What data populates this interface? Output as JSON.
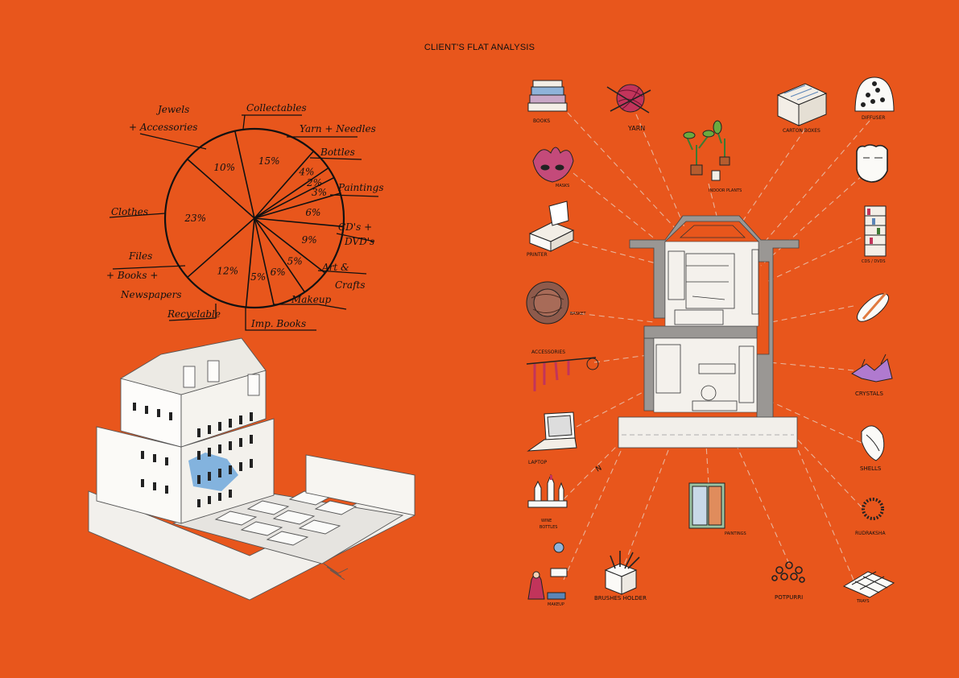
{
  "page": {
    "title": "CLIENT'S FLAT ANALYSIS"
  },
  "chart_data": {
    "type": "pie",
    "title": "",
    "slices": [
      {
        "label": "Collectables",
        "value": 15,
        "value_label": "15%"
      },
      {
        "label": "Yarn + Needles",
        "value": 4,
        "value_label": "4%"
      },
      {
        "label": "Bottles",
        "value": 2,
        "value_label": "2%"
      },
      {
        "label": "Paintings",
        "value": 3,
        "value_label": "3%"
      },
      {
        "label": "CD's + DVD's",
        "value": 6,
        "value_label": "6%"
      },
      {
        "label": "Art & Crafts",
        "value": 9,
        "value_label": "9%"
      },
      {
        "label": "Makeup",
        "value": 5,
        "value_label": "5%"
      },
      {
        "label": "Imp. Books",
        "value": 6,
        "value_label": "6%"
      },
      {
        "label": "Recyclable",
        "value": 5,
        "value_label": "5%"
      },
      {
        "label": "Files + Books + Newspapers",
        "value": 12,
        "value_label": "12%"
      },
      {
        "label": "Clothes",
        "value": 23,
        "value_label": "23%"
      },
      {
        "label": "Jewels + Accessories",
        "value": 10,
        "value_label": "10%"
      }
    ],
    "callouts": {
      "collectables": "Collectables",
      "yarn": "Yarn + Needles",
      "bottles": "Bottles",
      "paintings": "Paintings",
      "cds_line1": "CD's +",
      "cds_line2": "DVD's",
      "art_line1": "Art &",
      "art_line2": "Crafts",
      "makeup": "Makeup",
      "imp_books": "Imp. Books",
      "recyclable": "Recyclable",
      "files_line1": "Files",
      "files_line2": "+ Books +",
      "files_line3": "Newspapers",
      "clothes": "Clothes",
      "jewels_line1": "Jewels",
      "jewels_line2": "+ Accessories"
    }
  },
  "items": {
    "books": "BOOKS",
    "yarn": "YARN",
    "indoor_plants": "INDOOR PLANTS",
    "carton_boxes": "CARTON BOXES",
    "diffuser": "DIFFUSER",
    "masks": "MASKS",
    "printer": "PRINTER",
    "cds_dvds": "CDS / DVDS",
    "basket": "BASKET",
    "accessories": "ACCESSORIES",
    "crystals": "CRYSTALS",
    "laptop": "LAPTOP",
    "shells": "SHELLS",
    "wine_bottles_line1": "WINE",
    "wine_bottles_line2": "BOTTLES",
    "rudraksha": "RUDRAKSHA",
    "paintings": "PAINTINGS",
    "brushes_holder": "BRUSHES HOLDER",
    "potpurri": "POTPURRI",
    "makeup": "MAKEUP",
    "trays": "TRAYS"
  },
  "plan": {
    "north_marker": "N"
  },
  "colors": {
    "background": "#E8561C",
    "ink": "#111111",
    "leader": "#E9B39A",
    "highlight": "#6FA8DC"
  }
}
